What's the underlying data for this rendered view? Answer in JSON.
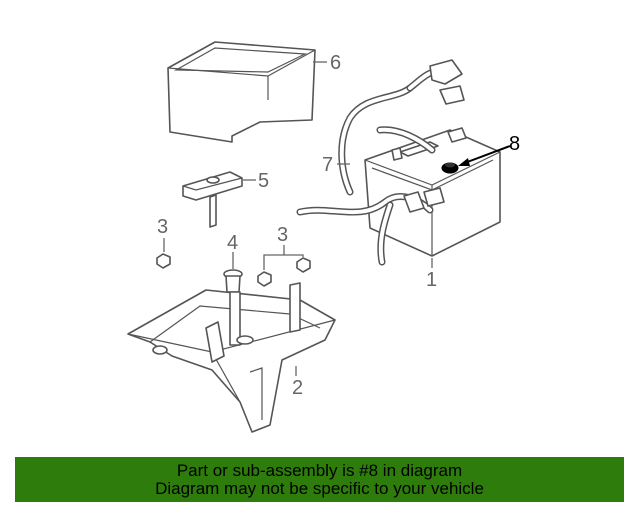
{
  "callouts": {
    "c1": "1",
    "c2": "2",
    "c3a": "3",
    "c3b": "3",
    "c4": "4",
    "c5": "5",
    "c6": "6",
    "c7": "7",
    "c8": "8"
  },
  "banner": {
    "line1": "Part or sub-assembly is #8 in diagram",
    "line2": "Diagram may not be specific to your vehicle"
  },
  "colors": {
    "banner_bg": "#2e7d0c",
    "highlight_part": "#000000"
  }
}
